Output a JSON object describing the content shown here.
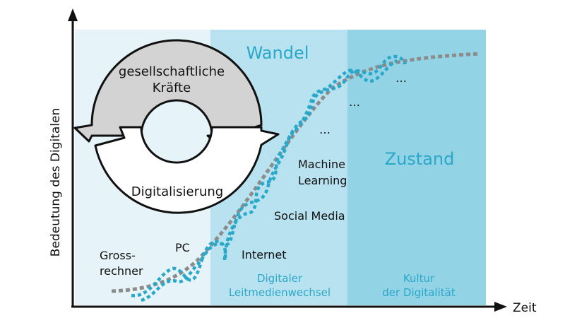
{
  "axes": {
    "y_label": "Bedeutung des Digitalen",
    "x_label": "Zeit"
  },
  "zones": {
    "wandel": "Wandel",
    "zustand": "Zustand",
    "digitaler": "Digitaler",
    "leitmedienwechsel": "Leitmedienwechsel",
    "kultur": "Kultur",
    "der_digitalitaet": "der Digitalität"
  },
  "cycle": {
    "forces_line1": "gesellschaftliche",
    "forces_line2": "Kräfte",
    "digitalisierung": "Digitalisierung"
  },
  "milestones": {
    "gross": "Gross-",
    "rechner": "rechner",
    "pc": "PC",
    "internet": "Internet",
    "social_media": "Social Media",
    "machine": "Machine",
    "learning": "Learning",
    "ellipsis1": "…",
    "ellipsis2": "…",
    "ellipsis3": "…"
  },
  "colors": {
    "zone1": "#e6f4f9",
    "zone2": "#b8e2ef",
    "zone3": "#93d3e6",
    "accent": "#2aa8c9",
    "gray_curve": "#8c8c8c",
    "gray_arrow": "#d3d3d3",
    "axis": "#111111"
  }
}
